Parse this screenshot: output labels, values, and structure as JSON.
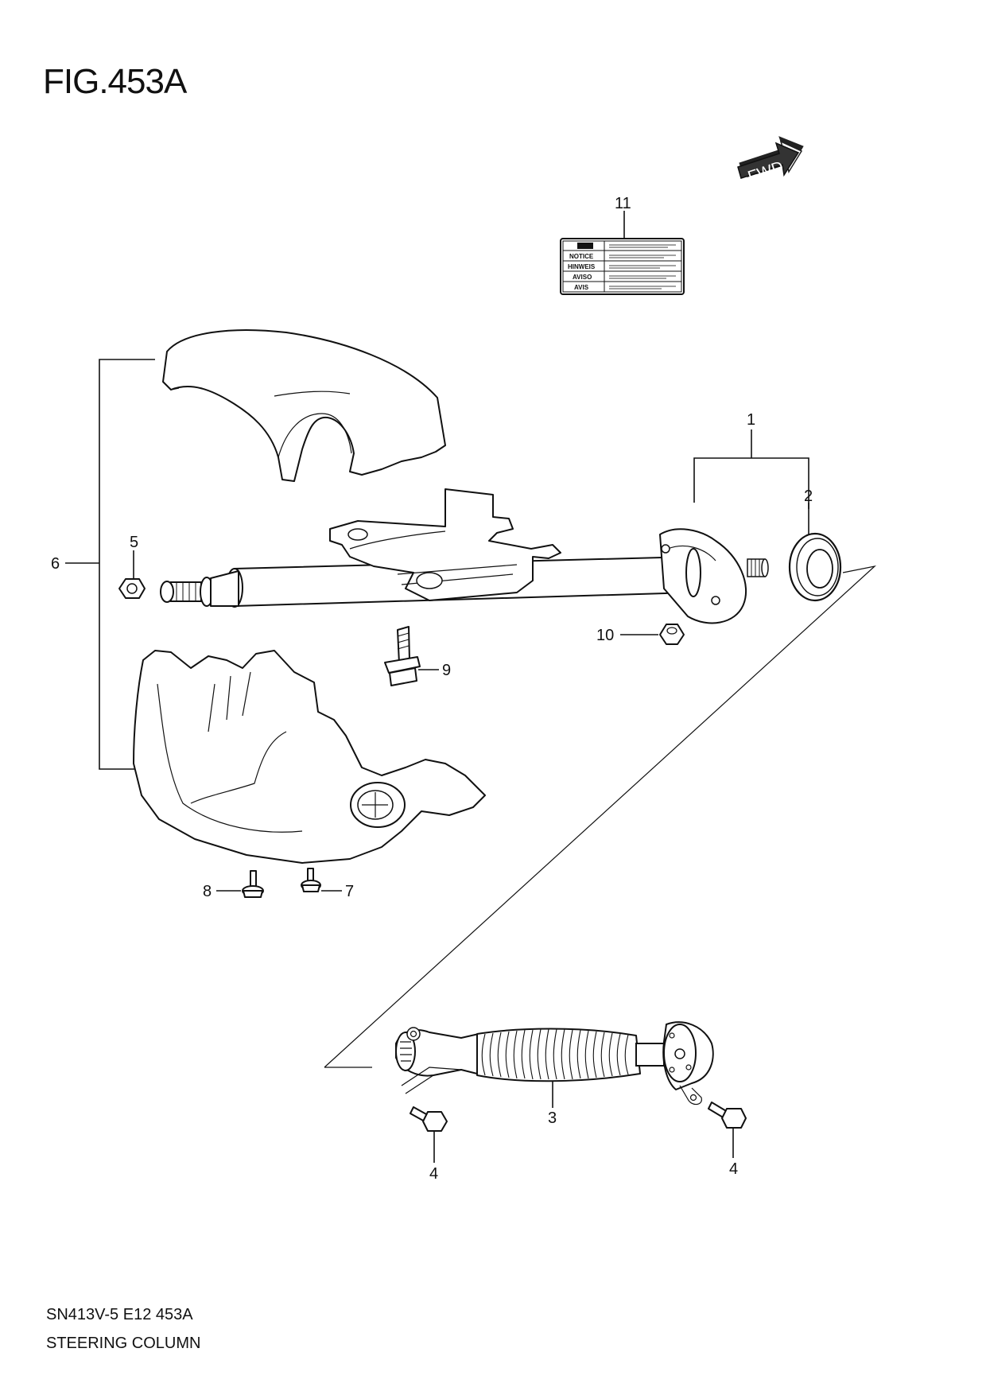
{
  "title": "FIG.453A",
  "footer": {
    "code": "SN413V-5 E12 453A",
    "name": "STEERING COLUMN"
  },
  "fwd_label": "FWD",
  "warning_label": {
    "rows": [
      "NOTICE",
      "HINWEIS",
      "AVISO",
      "AVIS"
    ]
  },
  "callouts": {
    "c1": "1",
    "c2": "2",
    "c3": "3",
    "c4a": "4",
    "c4b": "4",
    "c5": "5",
    "c6": "6",
    "c7": "7",
    "c8": "8",
    "c9": "9",
    "c10": "10",
    "c11": "11"
  }
}
